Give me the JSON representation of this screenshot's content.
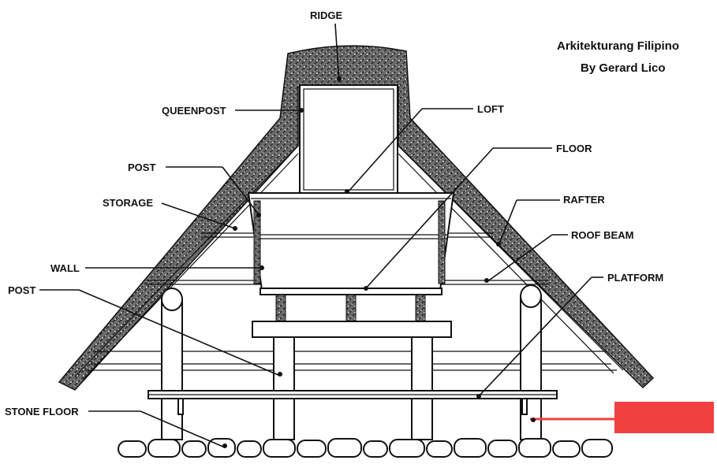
{
  "credit": {
    "line1": "Arkitekturang Filipino",
    "line2": "By Gerard Lico"
  },
  "labels": {
    "ridge": "RIDGE",
    "queenpost": "QUEENPOST",
    "loft": "LOFT",
    "post_upper": "POST",
    "floor": "FLOOR",
    "storage": "STORAGE",
    "rafter": "RAFTER",
    "roof_beam": "ROOF BEAM",
    "wall": "WALL",
    "platform": "PLATFORM",
    "post_lower": "POST",
    "stone_floor": "STONE FLOOR"
  },
  "colors": {
    "highlight_box": "#f04040",
    "ink": "#111111",
    "thatch": "#555555"
  }
}
